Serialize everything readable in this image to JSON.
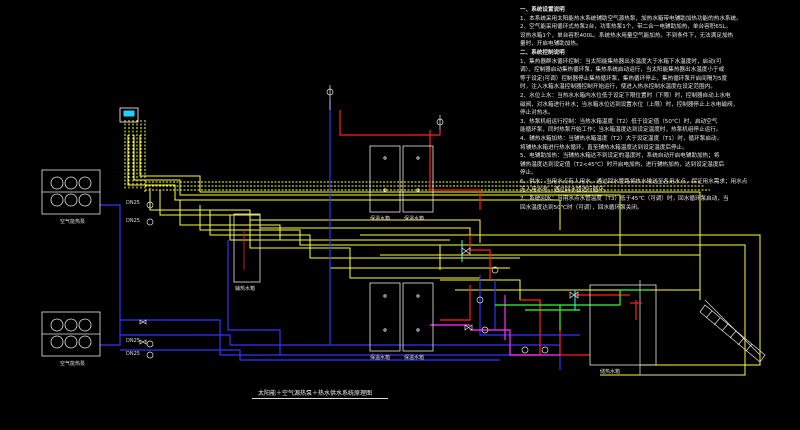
{
  "notes": {
    "heading1": "一、系统设置说明",
    "heading2": "二、系统控制说明",
    "lines": [
      "1、本系统采用太阳能热水系统辅助空气源热泵，加热水箱带电辅助加热功能的热水系统。",
      "2、空气能采用循环式热泵2台，功率热泵1个，带二合一电辅助加热，单台容积65L。",
      "设热水箱1个，单台容积400L。系统热水用量空气能加热，不到条件下，无法满足加热",
      "量时，开启电辅助加热。",
      "1、集热器群水循环控制：当太阳能集热器出水温度大于水箱下水温度时，启动(可",
      "调），控制器启动集热循环泵，集热系统启动运行，当太阳能集热器出水温度小于或",
      "等于设定(可调）控制器停止集热循环泵，集热循环停止，集热循环泵开启间隔为5度",
      "时，注入水箱水温控制器控制开始运行，使进入热水控制水温度在设定范围内。",
      "2、水位上水：当热水水箱内水位低于设定下限位置时（下限）时，控制器自动上水电",
      "磁阀，对水箱进行补水；当水箱水位达到设置水位（上限）时，控制器停止上水电磁阀，",
      "停止对热水。",
      "3、热泵机组运行控制：当热水箱温度（T2）低于设定值（50℃）时，启动空气",
      "能循环泵，同时热泵开始工作；当水箱温度达到设定温度时，热泵机组停止运行。",
      "4、辅热水箱加热：当辅热水箱温度（T2）大于设定温度（T1）时，循环泵启动，",
      "将辅热水箱进行热水循环，直至辅热水箱温度达到设定温度后停止。",
      "5、电辅助加热：当辅热水箱达不到设定的温度时，系统自动开启电辅助加热；将",
      "辅热温度达到设定值（T2<45℃）时开启电加热，进行辅热加热，达到设定温度后",
      "停止。",
      "6、供水：当用水点有人用水，通过回水管路将热水输送至各用水点，保证用水需求；用水点",
      "无人用水时，通过回水管进行循环。",
      "7、系统回水：当用水点水管温度（T3）低于45℃（可调）时，回水循环泵启动，当",
      "回水温度达到50℃时（可调），回水循环泵关闭。"
    ]
  },
  "labels": {
    "heatpump_top": "空气能热泵",
    "heatpump_bottom": "空气能热泵",
    "pump_a": "DN25",
    "pump_b": "DN25",
    "pump_c": "DN25",
    "pump_d": "DN25",
    "tank_top_left": "保温水箱",
    "tank_top_right": "保温水箱",
    "tank_bottom_left": "保温水箱",
    "tank_bottom_right": "保温水箱",
    "small_tank": "辅热水箱",
    "big_tank": "储热水箱"
  },
  "title": "太阳能＋空气源热泵＋热水供水系统原理图",
  "colors": {
    "background": "#000000",
    "pipe_yellow": "#ffff33",
    "pipe_blue": "#3333ff",
    "pipe_red": "#ff2020",
    "pipe_magenta": "#ff33ff",
    "pipe_green": "#33ff33",
    "pipe_cyan": "#33ffff",
    "pipe_white": "#e0e0e0"
  }
}
